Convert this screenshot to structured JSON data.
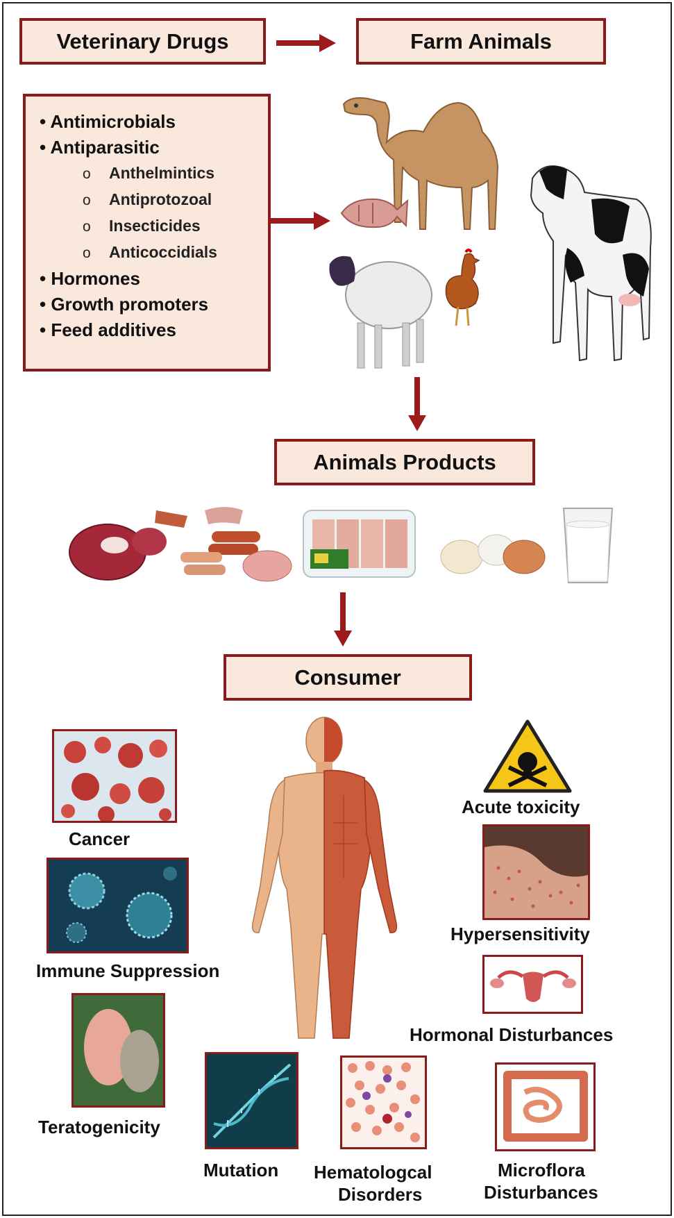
{
  "source": {
    "title": "Veterinary Drugs"
  },
  "target": {
    "title": "Farm Animals"
  },
  "drug_classes": [
    {
      "label": "Antimicrobials",
      "level": 1
    },
    {
      "label": "Antiparasitic",
      "level": 1
    },
    {
      "label": "Anthelmintics",
      "level": 2
    },
    {
      "label": "Antiprotozoal",
      "level": 2
    },
    {
      "label": "Insecticides",
      "level": 2
    },
    {
      "label": "Anticoccidials",
      "level": 2
    },
    {
      "label": "Hormones",
      "level": 1
    },
    {
      "label": "Growth promoters",
      "level": 1
    },
    {
      "label": "Feed additives",
      "level": 1
    }
  ],
  "bullet": "•",
  "sub_bullet": "o",
  "animals": [
    "camel-image",
    "cow-image",
    "fish-image",
    "sheep-image",
    "chicken-image"
  ],
  "products": {
    "title": "Animals Products"
  },
  "consumer": {
    "title": "Consumer"
  },
  "effects": {
    "cancer": "Cancer",
    "immune": "Immune Suppression",
    "terato": "Teratogenicity",
    "mutation": "Mutation",
    "hemato_1": "Hematologcal",
    "hemato_2": "Disorders",
    "micro_1": "Microflora",
    "micro_2": "Disturbances",
    "acute": "Acute toxicity",
    "hyper": "Hypersensitivity",
    "hormonal": "Hormonal Disturbances"
  },
  "colors": {
    "border": "#8b1a1a",
    "box_fill": "#fbe8dc",
    "arrow": "#9b1b1b",
    "warning": "#f5c518"
  }
}
